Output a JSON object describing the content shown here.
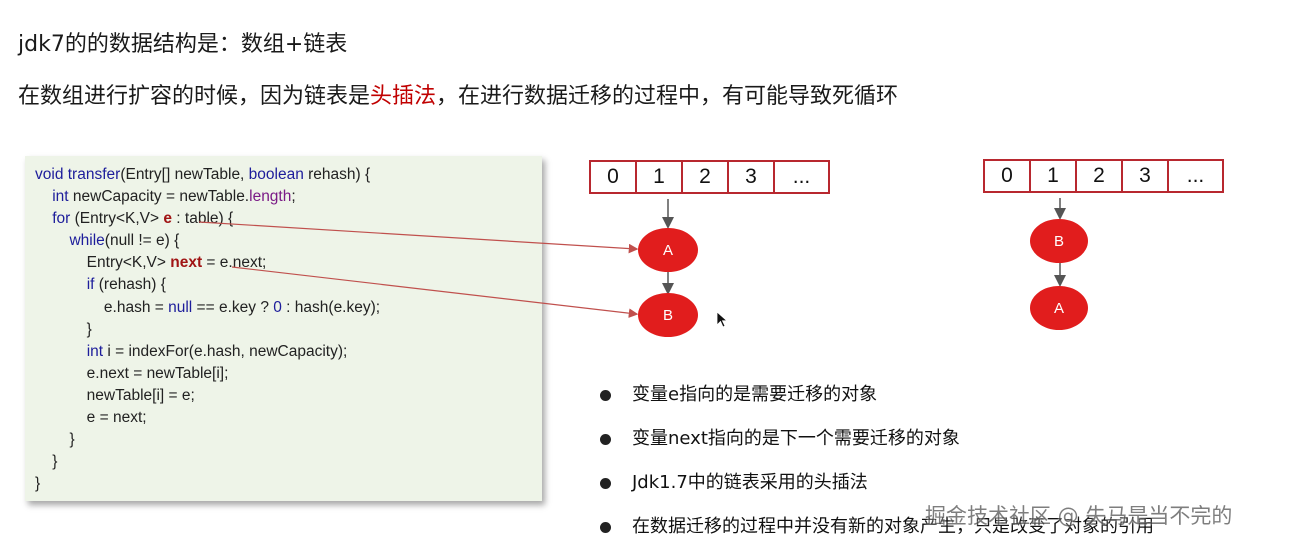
{
  "title": "jdk7的的数据结构是：数组+链表",
  "subtitle": {
    "before": "在数组进行扩容的时候，因为链表是",
    "highlight": "头插法",
    "after": "，在进行数据迁移的过程中，有可能导致死循环"
  },
  "code": {
    "l1_a": "void ",
    "l1_b": "transfer",
    "l1_c": "(Entry[] newTable, ",
    "l1_d": "boolean",
    "l1_e": " rehash) {",
    "l2_a": "    ",
    "l2_b": "int",
    "l2_c": " newCapacity = newTable.",
    "l2_d": "length",
    "l2_e": ";",
    "l3_a": "    ",
    "l3_b": "for",
    "l3_c": " (Entry<K,V> ",
    "l3_d": "e",
    "l3_e": " : table) {",
    "l4_a": "        ",
    "l4_b": "while",
    "l4_c": "(null != e) {",
    "l5_a": "            Entry<K,V> ",
    "l5_b": "next",
    "l5_c": " = e.next;",
    "l6_a": "            ",
    "l6_b": "if",
    "l6_c": " (rehash) {",
    "l7_a": "                e.hash = ",
    "l7_b": "null",
    "l7_c": " == e.key ? ",
    "l7_d": "0",
    "l7_e": " : hash(e.key);",
    "l8": "            }",
    "l9_a": "            ",
    "l9_b": "int",
    "l9_c": " i = indexFor(e.hash, newCapacity);",
    "l10": "            e.next = newTable[i];",
    "l11": "            newTable[i] = e;",
    "l12": "            e = next;",
    "l13": "        }",
    "l14": "    }",
    "l15": "}"
  },
  "left_array": [
    "0",
    "1",
    "2",
    "3",
    "..."
  ],
  "right_array": [
    "0",
    "1",
    "2",
    "3",
    "..."
  ],
  "left_nodes": {
    "top": "A",
    "bottom": "B"
  },
  "right_nodes": {
    "top": "B",
    "bottom": "A"
  },
  "bullets": [
    "变量e指向的是需要迁移的对象",
    "变量next指向的是下一个需要迁移的对象",
    "Jdk1.7中的链表采用的头插法",
    "在数据迁移的过程中并没有新的对象产生，只是改变了对象的引用"
  ],
  "watermark": "掘金技术社区 @ 失马是当不完的",
  "colors": {
    "node": "#e11d1d",
    "array_border": "#b8282f",
    "highlight": "#c00000",
    "code_bg": "#eef4e8"
  }
}
